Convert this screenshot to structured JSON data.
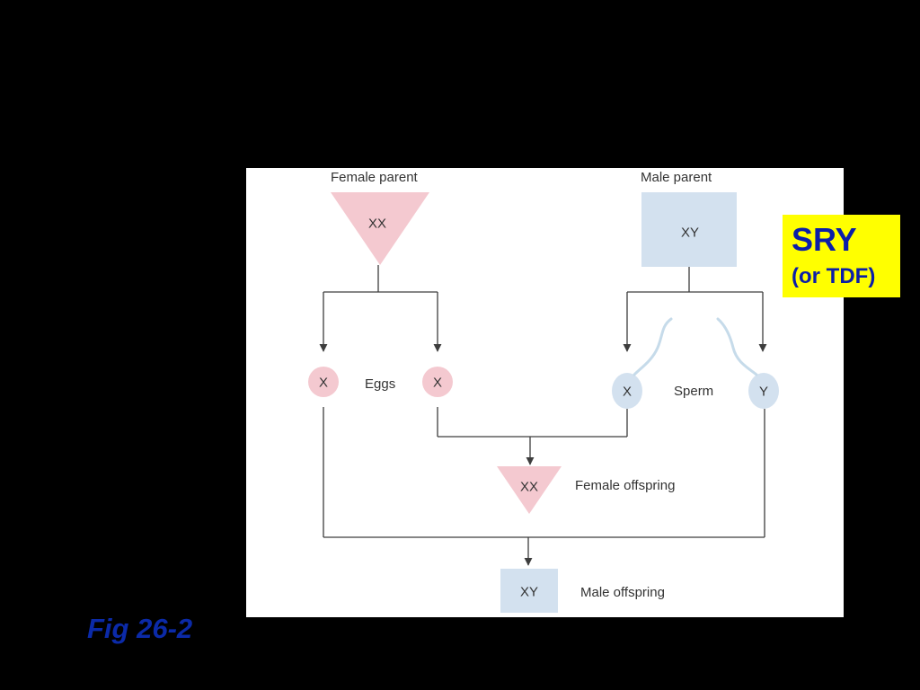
{
  "diagram": {
    "female_parent": {
      "label": "Female parent",
      "genotype": "XX"
    },
    "male_parent": {
      "label": "Male parent",
      "genotype": "XY"
    },
    "eggs": {
      "label": "Eggs",
      "left": "X",
      "right": "X"
    },
    "sperm": {
      "label": "Sperm",
      "left": "X",
      "right": "Y"
    },
    "female_offspring": {
      "label": "Female offspring",
      "genotype": "XX"
    },
    "male_offspring": {
      "label": "Male offspring",
      "genotype": "XY"
    }
  },
  "callout": {
    "title": "SRY",
    "subtitle": "(or TDF)"
  },
  "caption": "Fig 26-2",
  "colors": {
    "female": "#f4c9d0",
    "male": "#d3e1ef",
    "line": "#3d3d3d",
    "callout_bg": "#ffff00",
    "callout_text": "#0b1ea8",
    "caption": "#0b2aa8"
  }
}
